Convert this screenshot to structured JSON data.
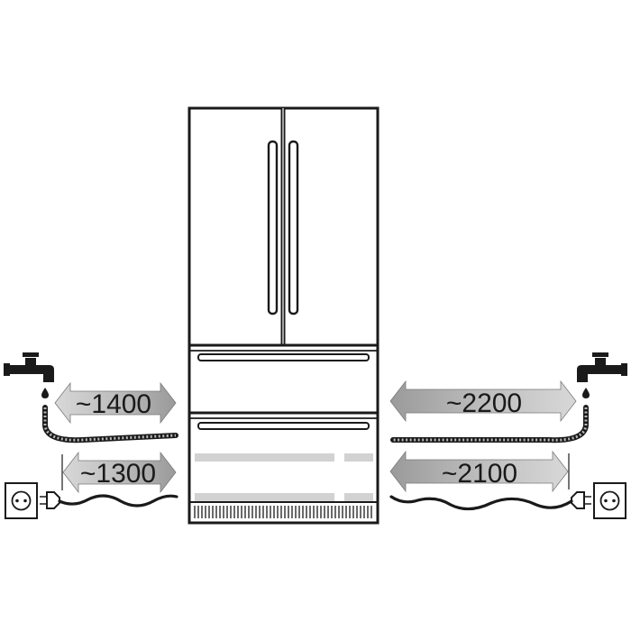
{
  "dimensions": {
    "left_water": "~1400",
    "left_power": "~1300",
    "right_water": "~2200",
    "right_power": "~2100"
  },
  "icons": {
    "fridge": "french-door-fridge-icon",
    "tap": "water-tap-icon",
    "socket": "power-socket-icon",
    "plug": "power-plug-icon",
    "hose": "water-hose-icon",
    "cable": "power-cable-icon"
  },
  "colors": {
    "line": "#1a1a1a",
    "arrow_fill": "#c4c4c4",
    "arrow_dark": "#8f8f8f",
    "hose_fill": "#b8b8b8"
  }
}
